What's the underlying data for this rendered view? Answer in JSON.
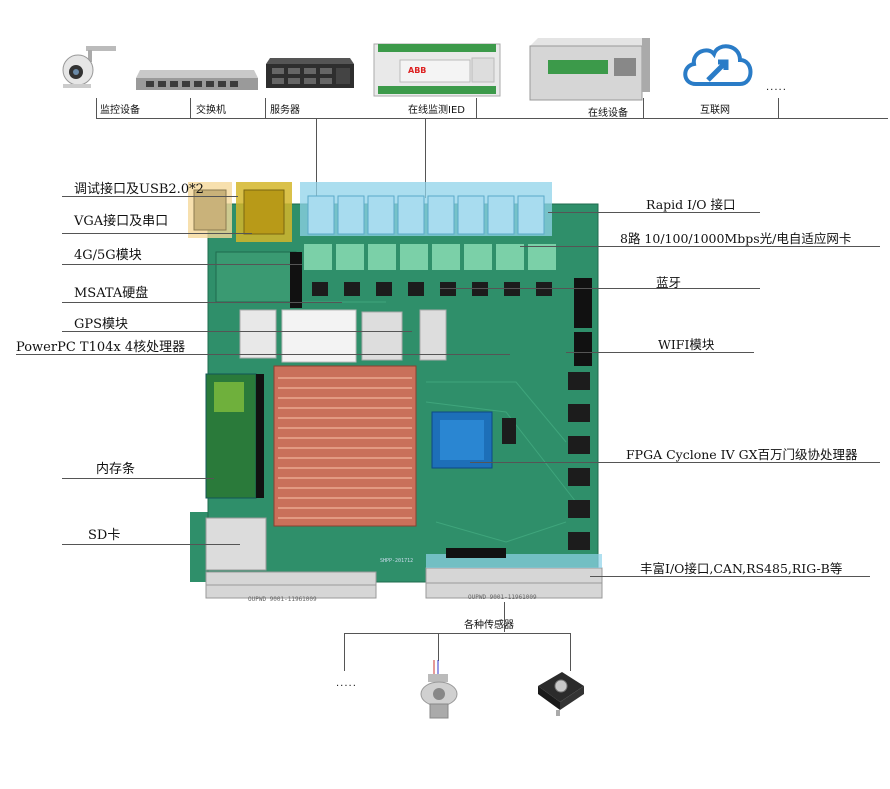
{
  "devices": [
    {
      "id": "camera",
      "label": "监控设备",
      "icon": "dome-camera-icon"
    },
    {
      "id": "switch",
      "label": "交换机",
      "icon": "network-switch-icon"
    },
    {
      "id": "server",
      "label": "服务器",
      "icon": "rack-server-icon"
    },
    {
      "id": "ied",
      "label": "在线监测IED",
      "icon": "ied-device-icon",
      "brand": "ABB"
    },
    {
      "id": "online",
      "label": "在线设备",
      "icon": "online-device-icon"
    },
    {
      "id": "internet",
      "label": "互联网",
      "icon": "cloud-icon"
    }
  ],
  "top_more": ".....",
  "left_labels": [
    "调试接口及USB2.0*2",
    "VGA接口及串口",
    "4G/5G模块",
    "MSATA硬盘",
    "GPS模块",
    "PowerPC T104x 4核处理器",
    "内存条",
    "SD卡"
  ],
  "right_labels": [
    "Rapid I/O 接口",
    "8路 10/100/1000Mbps光/电自适应网卡",
    "蓝牙",
    "WIFI模块",
    "FPGA Cyclone IV GX百万门级协处理器",
    "丰富I/O接口,CAN,RS485,RIG-B等"
  ],
  "sensors": {
    "label": "各种传感器",
    "more": ".....",
    "items": [
      {
        "id": "sensor1",
        "icon": "cylinder-sensor-icon"
      },
      {
        "id": "sensor2",
        "icon": "square-sensor-icon"
      }
    ]
  },
  "board_marks": {
    "connector_text": "OUPWD 9001-11961009",
    "board_code": "SHPP-201712"
  },
  "colors": {
    "board": "#2f8f6a",
    "board_dark": "#1f6b4e",
    "highlight": "#8fd3ea",
    "heatsink": "#c9705a",
    "fpga": "#1d6fb8",
    "usb_highlight": "#f5d89a"
  }
}
